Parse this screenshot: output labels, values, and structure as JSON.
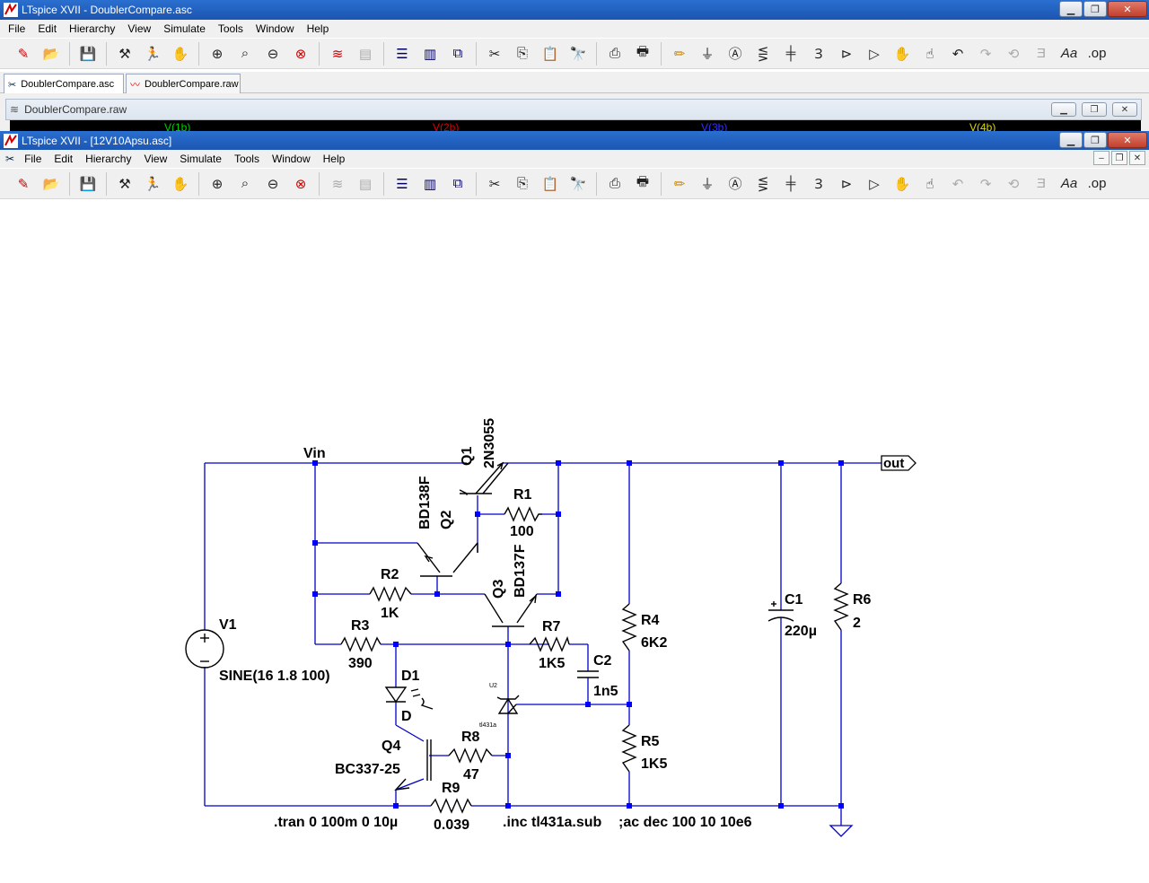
{
  "outer_window": {
    "title": "LTspice XVII - DoublerCompare.asc"
  },
  "menu": [
    "File",
    "Edit",
    "Hierarchy",
    "View",
    "Simulate",
    "Tools",
    "Window",
    "Help"
  ],
  "tabs": [
    {
      "label": "DoublerCompare.asc",
      "active": true
    },
    {
      "label": "DoublerCompare.raw",
      "active": false
    }
  ],
  "raw_window": {
    "title": "DoublerCompare.raw",
    "traces": [
      {
        "label": "V(1b)",
        "color": "#00d000"
      },
      {
        "label": "V(2b)",
        "color": "#e00000"
      },
      {
        "label": "V(3b)",
        "color": "#3030ff"
      },
      {
        "label": "V(4b)",
        "color": "#d8d800"
      }
    ]
  },
  "inner_window": {
    "title": "LTspice XVII - [12V10Apsu.asc]"
  },
  "toolbar_icons": [
    "new-schematic",
    "open",
    "save",
    "control-panel",
    "run",
    "halt",
    "zoom-in",
    "pan",
    "zoom-out",
    "zoom-fit",
    "autorange",
    "sheet",
    "tile-horizontal",
    "tile-vertical",
    "cascade",
    "cut",
    "copy",
    "paste",
    "find",
    "print-setup",
    "print",
    "draw-wire",
    "ground",
    "label-net",
    "resistor",
    "capacitor",
    "inductor",
    "diode",
    "component",
    "move",
    "drag",
    "undo",
    "redo",
    "rotate",
    "mirror",
    "text",
    "spice-directive"
  ],
  "schematic": {
    "net_labels": {
      "vin": "Vin",
      "out": "out"
    },
    "components": {
      "Q1": {
        "ref": "Q1",
        "value": "2N3055"
      },
      "Q2": {
        "ref": "Q2",
        "value": "BD138F"
      },
      "Q3": {
        "ref": "Q3",
        "value": "BD137F"
      },
      "Q4": {
        "ref": "Q4",
        "value": "BC337-25"
      },
      "R1": {
        "ref": "R1",
        "value": "100"
      },
      "R2": {
        "ref": "R2",
        "value": "1K"
      },
      "R3": {
        "ref": "R3",
        "value": "390"
      },
      "R4": {
        "ref": "R4",
        "value": "6K2"
      },
      "R5": {
        "ref": "R5",
        "value": "1K5"
      },
      "R6": {
        "ref": "R6",
        "value": "2"
      },
      "R7": {
        "ref": "R7",
        "value": "1K5"
      },
      "R8": {
        "ref": "R8",
        "value": "47"
      },
      "R9": {
        "ref": "R9",
        "value": "0.039"
      },
      "C1": {
        "ref": "C1",
        "value": "220µ"
      },
      "C2": {
        "ref": "C2",
        "value": "1n5"
      },
      "D1": {
        "ref": "D1",
        "value": "D"
      },
      "U2": {
        "ref": "U2",
        "value": "tl431a"
      },
      "V1": {
        "ref": "V1",
        "value": "SINE(16 1.8 100)"
      }
    },
    "directives": [
      ".tran 0 100m 0 10µ",
      ".inc tl431a.sub",
      ";ac dec 100 10 10e6"
    ]
  },
  "colors": {
    "wire": "#0000c8",
    "junction": "#0000ff",
    "titlebar": "#1f5fc2"
  }
}
